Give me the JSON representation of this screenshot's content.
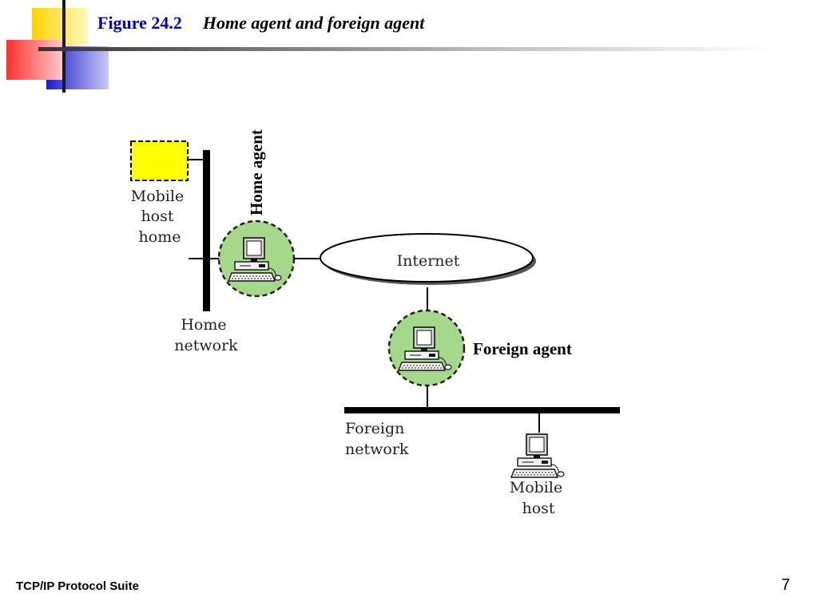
{
  "header": {
    "figure_number": "Figure 24.2",
    "caption": "Home agent and foreign agent"
  },
  "diagram": {
    "mobile_host_home_label": [
      "Mobile",
      "host",
      "home"
    ],
    "home_agent_label": "Home agent",
    "home_network_label": [
      "Home",
      "network"
    ],
    "internet_label": "Internet",
    "foreign_agent_label": "Foreign agent",
    "foreign_network_label": [
      "Foreign",
      "network"
    ],
    "mobile_host_label": [
      "Mobile",
      "host"
    ]
  },
  "footer": {
    "suite_name": "TCP/IP Protocol Suite",
    "page_number": "7"
  },
  "colors": {
    "accent_yellow": "#ffe000",
    "accent_red": "#ff3b3b",
    "accent_blue": "#2a2ad6",
    "agent_fill": "#a5d88a",
    "title_blue": "#0000cc"
  }
}
